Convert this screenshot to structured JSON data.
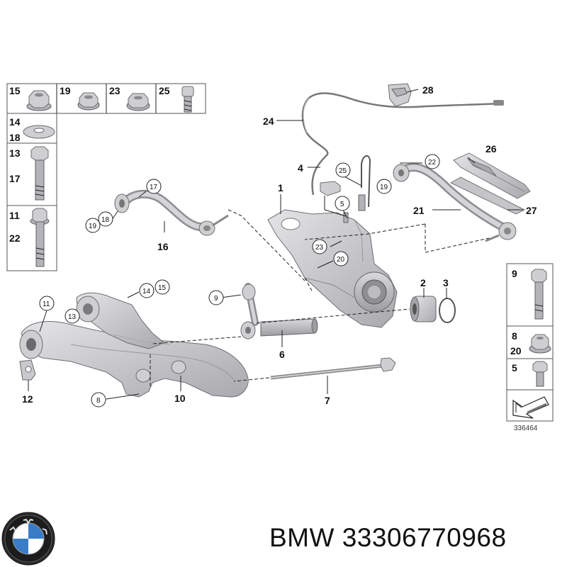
{
  "diagram": {
    "reference_number": "336464",
    "callouts": {
      "c1": "1",
      "c2": "2",
      "c3": "3",
      "c4": "4",
      "c5": "5",
      "c6": "6",
      "c7": "7",
      "c8": "8",
      "c9": "9",
      "c10": "10",
      "c11": "11",
      "c12": "12",
      "c13": "13",
      "c14": "14",
      "c15": "15",
      "c16": "16",
      "c17": "17",
      "c18": "18",
      "c19a": "19",
      "c19b": "19",
      "c20": "20",
      "c21": "21",
      "c22": "22",
      "c23": "23",
      "c24": "24",
      "c25": "25",
      "c26": "26",
      "c27": "27",
      "c28": "28"
    },
    "hardware_table_left": {
      "top_row": [
        "15",
        "19",
        "23",
        "25"
      ],
      "rows": [
        {
          "a": "14",
          "b": "18"
        },
        {
          "a": "13",
          "b": "17"
        },
        {
          "a": "11",
          "b": "22"
        }
      ]
    },
    "hardware_table_right": {
      "rows": [
        {
          "a": "9",
          "b": ""
        },
        {
          "a": "8",
          "b": "20"
        },
        {
          "a": "5",
          "b": ""
        }
      ]
    }
  },
  "footer": {
    "brand": "BMW",
    "part_number": "33306770968"
  }
}
